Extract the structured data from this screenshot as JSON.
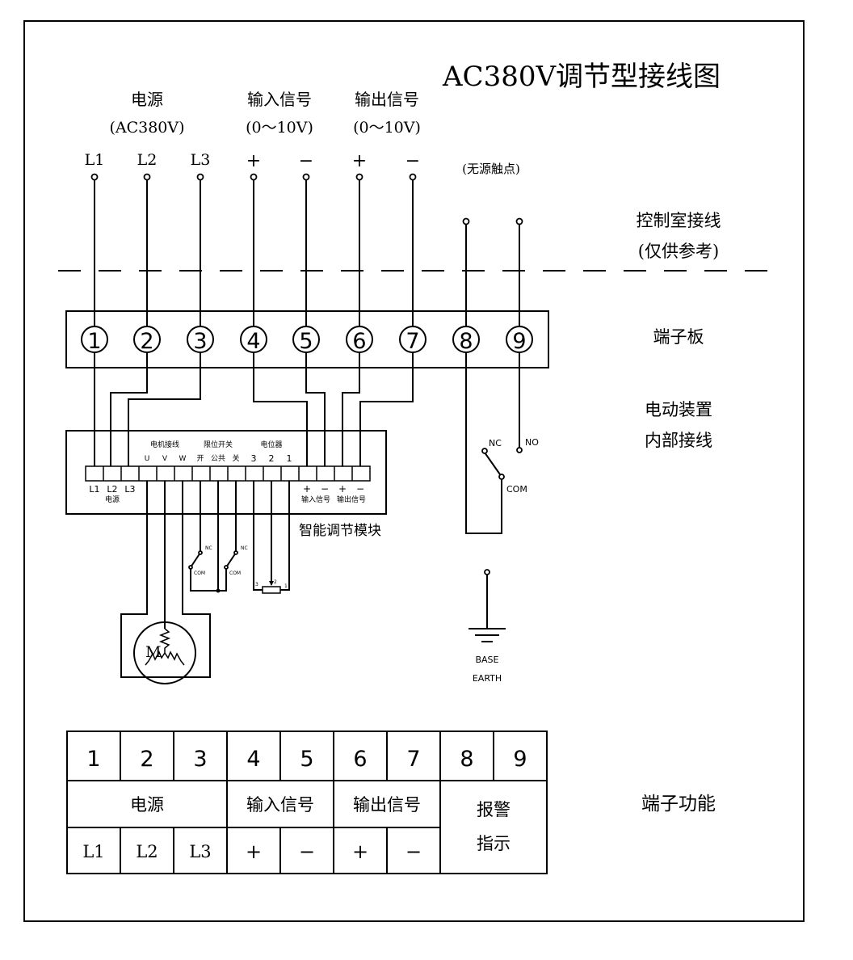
{
  "title": "AC380V调节型接线图",
  "top_groups": [
    {
      "name": "电源",
      "range": "(AC380V)"
    },
    {
      "name": "输入信号",
      "range": "(0～10V)"
    },
    {
      "name": "输出信号",
      "range": "(0～10V)"
    }
  ],
  "top_terminals": [
    "L1",
    "L2",
    "L3",
    "+",
    "−",
    "+",
    "−"
  ],
  "passive_contact": "(无源触点)",
  "right_labels": {
    "control_room_1": "控制室接线",
    "control_room_2": "(仅供参考)",
    "terminal_board": "端子板",
    "internal_1": "电动装置",
    "internal_2": "内部接线",
    "terminal_function": "端子功能"
  },
  "board_numbers": [
    "1",
    "2",
    "3",
    "4",
    "5",
    "6",
    "7",
    "8",
    "9"
  ],
  "module": {
    "name": "智能调节模块",
    "group_motor": "电机接线",
    "group_limit": "限位开关",
    "group_pot": "电位器",
    "top_labels": [
      "U",
      "V",
      "W",
      "开",
      "公共",
      "关",
      "3",
      "2",
      "1"
    ],
    "bottom_power": [
      "L1",
      "L2",
      "L3"
    ],
    "power_label": "电源",
    "signal_pm": [
      "+",
      "−",
      "+",
      "−"
    ],
    "input_label": "输入信号",
    "output_label": "输出信号"
  },
  "switch": {
    "nc": "NC",
    "no": "NO",
    "com": "COM"
  },
  "limit_switch": {
    "nc": "NC",
    "com": "COM"
  },
  "pot_pins": [
    "3",
    "2",
    "1"
  ],
  "motor_label": "M",
  "earth": [
    "BASE",
    "EARTH"
  ],
  "table": {
    "numbers": [
      "1",
      "2",
      "3",
      "4",
      "5",
      "6",
      "7",
      "8",
      "9"
    ],
    "power": "电源",
    "input": "输入信号",
    "output": "输出信号",
    "alarm_1": "报警",
    "alarm_2": "指示",
    "row3": [
      "L1",
      "L2",
      "L3",
      "+",
      "−",
      "+",
      "−"
    ]
  }
}
